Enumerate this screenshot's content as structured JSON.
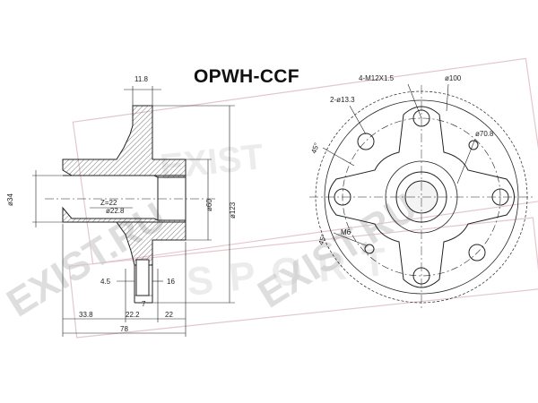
{
  "part_number": "OPWH-CCF",
  "watermark": {
    "site": "EXIST.RU",
    "brand": "EXIST",
    "sport": "SPORT"
  },
  "side_view_dims": {
    "flange_thickness": "11.8",
    "bore_diameter": "ø34",
    "spline": "Z=22",
    "spline_diameter": "ø22.8",
    "pilot_diameter": "ø60",
    "flange_diameter": "ø123",
    "dim_4_5": "4.5",
    "dim_7": "7",
    "dim_16": "16",
    "dim_33_8": "33.8",
    "dim_22_2": "22.2",
    "dim_22": "22",
    "overall_length": "78"
  },
  "front_view_dims": {
    "studs": "4-M12X1.5",
    "pcd": "ø100",
    "holes": "2-ø13.3",
    "center_bore": "ø70.8",
    "angle_1": "45°",
    "angle_2": "45°",
    "thread": "M6"
  },
  "colors": {
    "ink": "#222222",
    "watermark": "#d6d6d6",
    "brand_red": "#c8a0a8"
  }
}
